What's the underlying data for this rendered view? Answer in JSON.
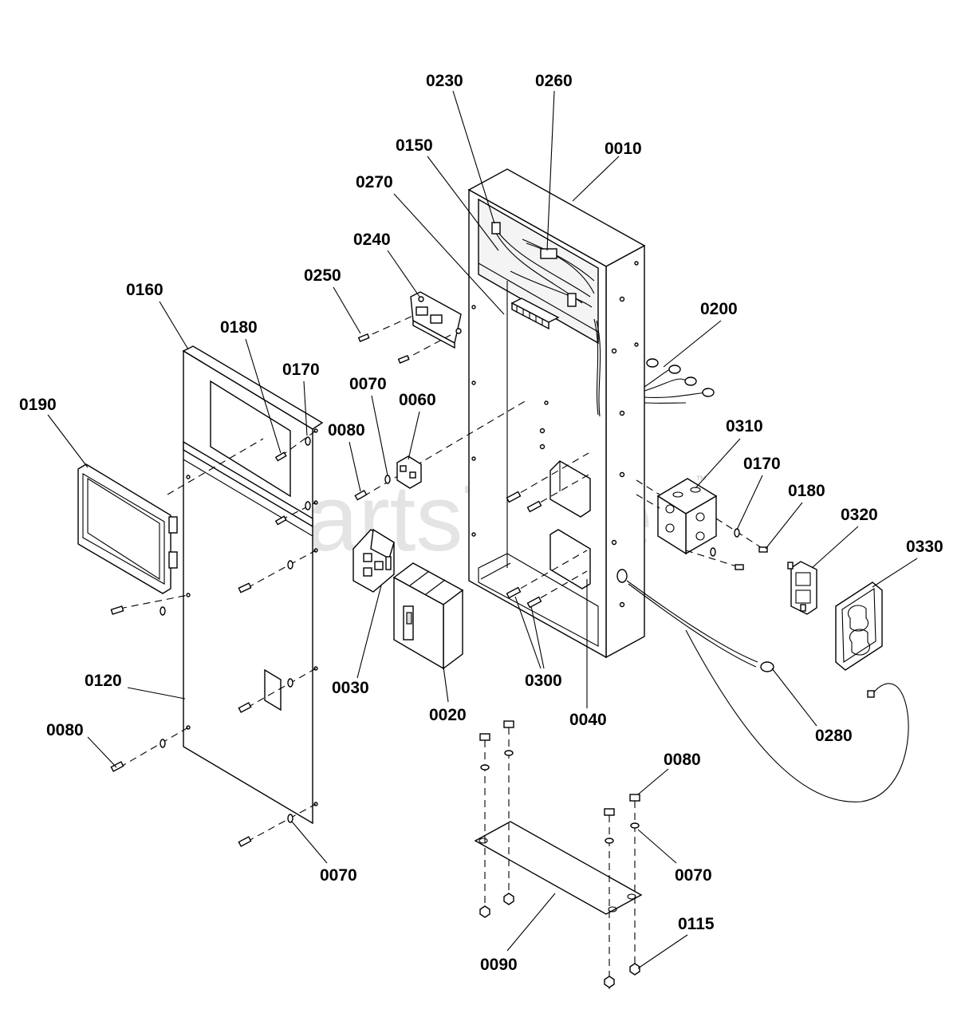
{
  "watermark": {
    "text": "PartsTree",
    "tm": "™"
  },
  "callouts": [
    {
      "id": "0230",
      "label": "0230"
    },
    {
      "id": "0260",
      "label": "0260"
    },
    {
      "id": "0150",
      "label": "0150"
    },
    {
      "id": "0010",
      "label": "0010"
    },
    {
      "id": "0270",
      "label": "0270"
    },
    {
      "id": "0240",
      "label": "0240"
    },
    {
      "id": "0250",
      "label": "0250"
    },
    {
      "id": "0200",
      "label": "0200"
    },
    {
      "id": "0160",
      "label": "0160"
    },
    {
      "id": "0180a",
      "label": "0180"
    },
    {
      "id": "0170a",
      "label": "0170"
    },
    {
      "id": "0070a",
      "label": "0070"
    },
    {
      "id": "0060",
      "label": "0060"
    },
    {
      "id": "0190",
      "label": "0190"
    },
    {
      "id": "0080a",
      "label": "0080"
    },
    {
      "id": "0310",
      "label": "0310"
    },
    {
      "id": "0170b",
      "label": "0170"
    },
    {
      "id": "0180b",
      "label": "0180"
    },
    {
      "id": "0320",
      "label": "0320"
    },
    {
      "id": "0330",
      "label": "0330"
    },
    {
      "id": "0120",
      "label": "0120"
    },
    {
      "id": "0030",
      "label": "0030"
    },
    {
      "id": "0300",
      "label": "0300"
    },
    {
      "id": "0020",
      "label": "0020"
    },
    {
      "id": "0040",
      "label": "0040"
    },
    {
      "id": "0080b",
      "label": "0080"
    },
    {
      "id": "0280",
      "label": "0280"
    },
    {
      "id": "0080c",
      "label": "0080"
    },
    {
      "id": "0070b",
      "label": "0070"
    },
    {
      "id": "0070c",
      "label": "0070"
    },
    {
      "id": "0115",
      "label": "0115"
    },
    {
      "id": "0090",
      "label": "0090"
    }
  ]
}
